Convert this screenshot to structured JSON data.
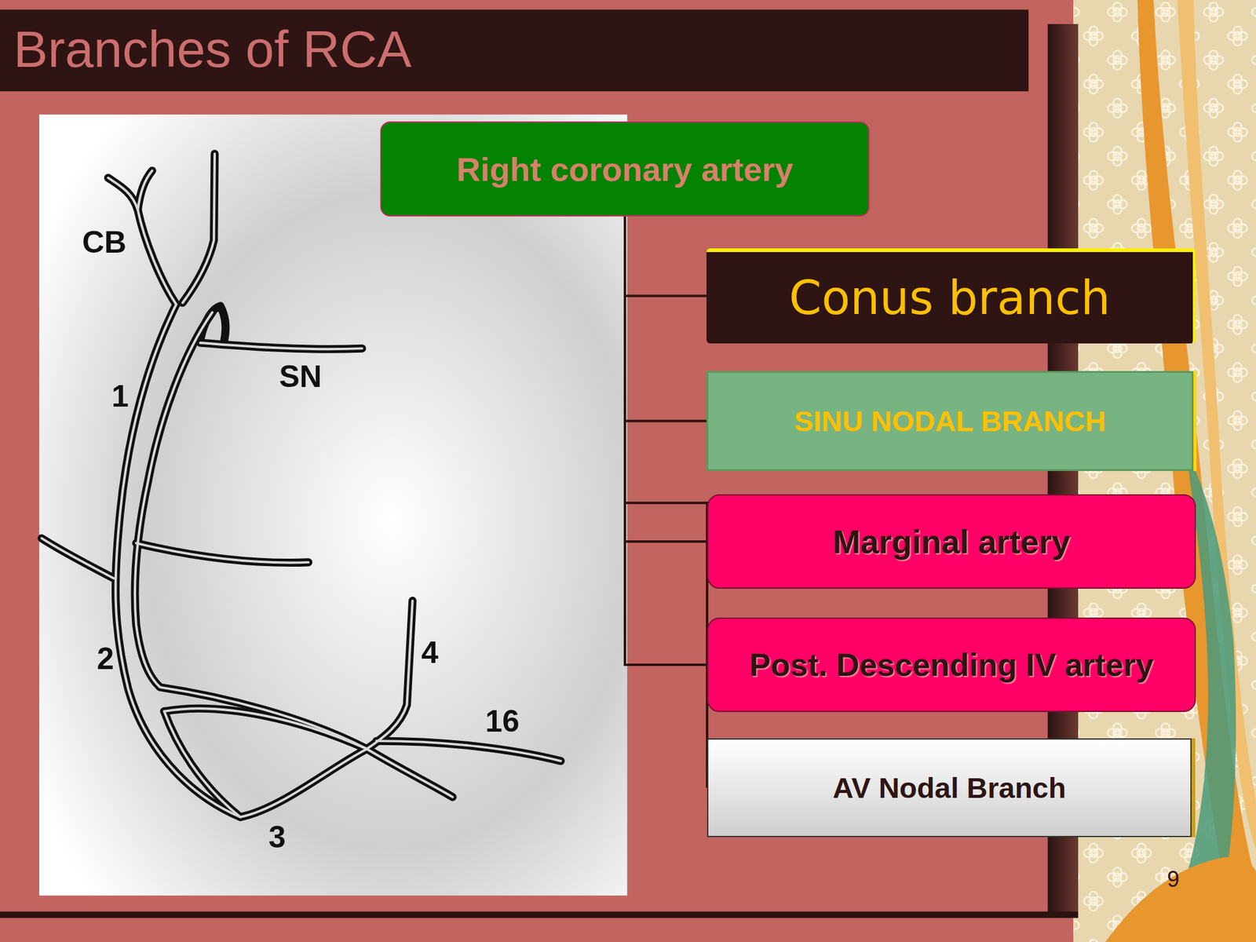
{
  "diagram": {
    "title": "Branches of RCA",
    "nodes": [
      {
        "text": [
          "Right coronary artery"
        ]
      },
      {
        "text": [
          "Conus branch"
        ]
      },
      {
        "text": [
          "SINU NODAL BRANCH"
        ]
      },
      {
        "text": [
          "Marginal artery"
        ]
      },
      {
        "text": [
          "Post. Descending IV artery"
        ]
      },
      {
        "text": [
          "AV Nodal Branch"
        ]
      }
    ],
    "edges": [
      {
        "from": 0,
        "to": 1,
        "arrow": "none"
      },
      {
        "from": 0,
        "to": 2,
        "arrow": "none"
      },
      {
        "from": 0,
        "to": 3,
        "arrow": "none"
      },
      {
        "from": 0,
        "to": 4,
        "arrow": "none"
      },
      {
        "from": 0,
        "to": 5,
        "arrow": "none"
      }
    ],
    "labels": [
      "CB",
      "SN",
      "1",
      "2",
      "4",
      "16",
      "3",
      "9"
    ]
  }
}
